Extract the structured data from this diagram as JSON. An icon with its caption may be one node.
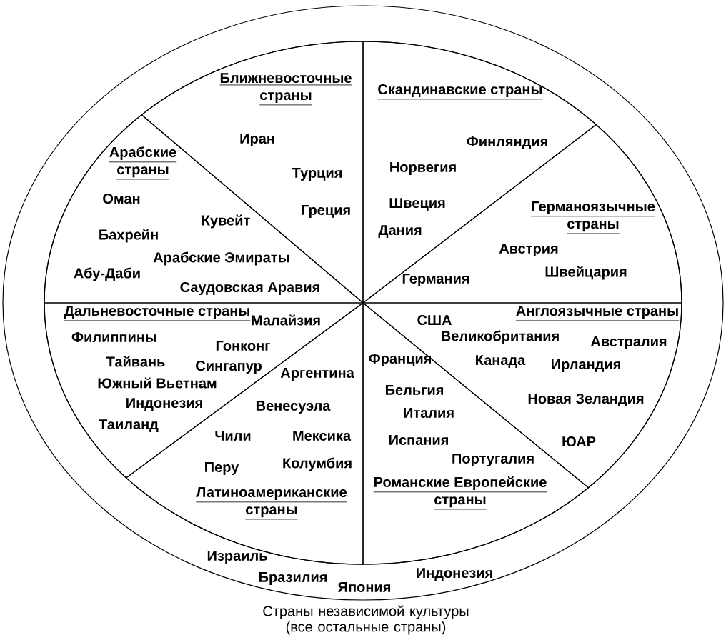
{
  "diagram": {
    "nodes": [
      {
        "text": [
          "Израиль",
          "Бразилия",
          "Япония",
          "Индонезия",
          "Страны независимой культуры (все остальные страны)"
        ]
      },
      {
        "text": [],
        "shape": "circle",
        "in": 0
      },
      {
        "text": [
          "Ближневосточные страны",
          "Иран",
          "Турция",
          "Греция"
        ],
        "in": 1
      },
      {
        "text": [
          "Скандинавские страны",
          "Финляндия",
          "Норвегия",
          "Швеция",
          "Дания"
        ],
        "in": 1
      },
      {
        "text": [
          "Германоязычные страны",
          "Австрия",
          "Швейцария",
          "Германия"
        ],
        "in": 1
      },
      {
        "text": [
          "Англоязычные страны",
          "США",
          "Великобритания",
          "Австралия",
          "Канада",
          "Ирландия",
          "Новая Зеландия",
          "ЮАР"
        ],
        "in": 1
      },
      {
        "text": [
          "Франция",
          "Бельгия",
          "Италия",
          "Испания",
          "Португалия",
          "Романские Европейские страны"
        ],
        "in": 1
      },
      {
        "text": [
          "Аргентина",
          "Венесуэла",
          "Чили",
          "Мексика",
          "Колумбия",
          "Перу",
          "Латиноамериканские страны"
        ],
        "in": 1
      },
      {
        "text": [
          "Дальневосточные страны",
          "Малайзия",
          "Филиппины",
          "Гонконг",
          "Тайвань",
          "Сингапур",
          "Южный Вьетнам",
          "Индонезия",
          "Таиланд"
        ],
        "in": 1
      },
      {
        "text": [
          "Арабские страны",
          "Оман",
          "Кувейт",
          "Бахрейн",
          "Арабские Эмираты",
          "Абу-Даби",
          "Саудовская Аравия"
        ],
        "in": 1
      }
    ]
  }
}
